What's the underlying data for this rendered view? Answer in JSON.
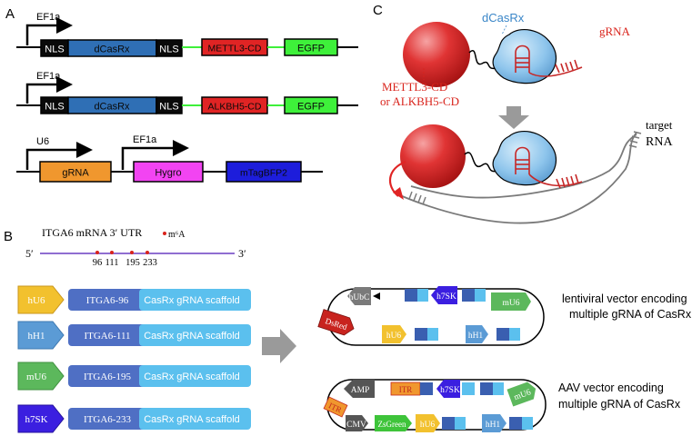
{
  "panels": {
    "a": "A",
    "b": "B",
    "c": "C"
  },
  "constructs": {
    "c1": {
      "promoter": "EF1a",
      "nls1": "NLS",
      "dcas": "dCasRx",
      "nls2": "NLS",
      "effector": "METTL3-CD",
      "reporter": "EGFP"
    },
    "c2": {
      "promoter": "EF1a",
      "nls1": "NLS",
      "dcas": "dCasRx",
      "nls2": "NLS",
      "effector": "ALKBH5-CD",
      "reporter": "EGFP"
    },
    "c3": {
      "promoter1": "U6",
      "grna": "gRNA",
      "promoter2": "EF1a",
      "selection": "Hygro",
      "reporter": "mTagBFP2"
    }
  },
  "utr": {
    "title": "ITGA6 mRNA 3′ UTR",
    "legend": "m⁶A",
    "five_prime": "5′",
    "three_prime": "3′",
    "sites": [
      "96",
      "111",
      "195",
      "233"
    ],
    "site_color": "#d9241c"
  },
  "cassettes": [
    {
      "promoter": "hU6",
      "target": "ITGA6-96",
      "scaffold": "CasRx gRNA scaffold",
      "color": "#f2c12e"
    },
    {
      "promoter": "hH1",
      "target": "ITGA6-111",
      "scaffold": "CasRx gRNA scaffold",
      "color": "#5b9bd5"
    },
    {
      "promoter": "mU6",
      "target": "ITGA6-195",
      "scaffold": "CasRx gRNA scaffold",
      "color": "#5cb85c"
    },
    {
      "promoter": "h7SK",
      "target": "ITGA6-233",
      "scaffold": "CasRx gRNA scaffold",
      "color": "#3b1fe0"
    }
  ],
  "vectors": {
    "lenti": {
      "caption": [
        "lentiviral vector encoding",
        "multiple gRNA of CasRx"
      ],
      "elements": {
        "hubc": "hUbC",
        "h7sk": "h7SK",
        "mu6": "mU6",
        "dsred": "DsRed",
        "hu6": "hU6",
        "hh1": "hH1"
      }
    },
    "aav": {
      "caption": [
        "AAV vector encoding",
        "multiple gRNA of CasRx"
      ],
      "elements": {
        "amp": "AMP",
        "itr1": "ITR",
        "h7sk": "h7SK",
        "mu6": "mU6",
        "itr2": "ITR",
        "cmv": "CMV",
        "zsgreen": "ZsGreen",
        "hu6": "hU6",
        "hh1": "hH1"
      }
    }
  },
  "panel_c": {
    "dcas": "dCasRx",
    "grna": "gRNA",
    "effector": [
      "METTL3-CD",
      "or ALKBH5-CD"
    ],
    "target": [
      "target",
      "RNA"
    ]
  },
  "colors": {
    "nls": "#0a0a0a",
    "dcas": "#2f6fb5",
    "mettl3": "#e02424",
    "alkbh5": "#e02424",
    "egfp": "#3ef03a",
    "grna_box": "#f0972e",
    "hygro": "#f244f2",
    "bfp": "#1d1ddb",
    "target_box": "#4f6fc4",
    "scaffold": "#5bc0ee",
    "red_text": "#d9241c",
    "blue_text": "#3a86c8"
  }
}
